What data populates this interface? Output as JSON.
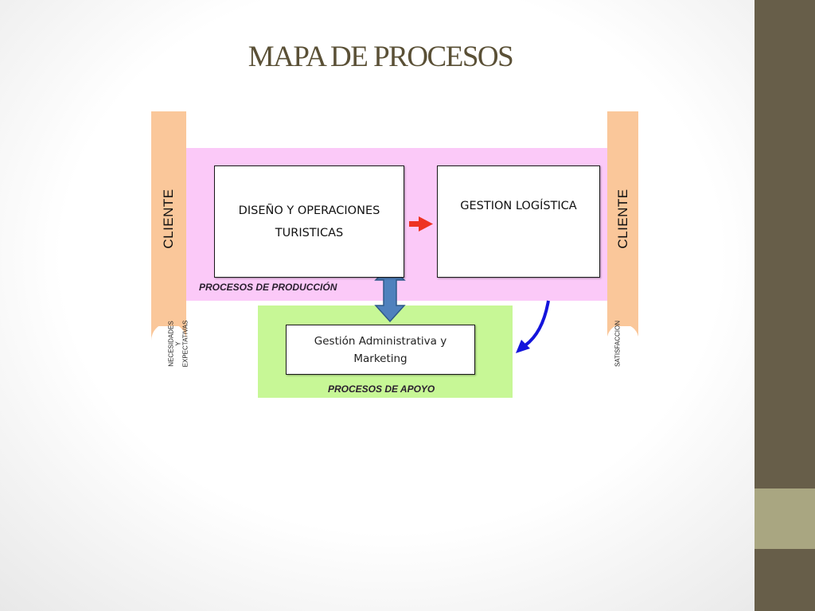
{
  "slide": {
    "title": "MAPA DE PROCESOS"
  },
  "diagram": {
    "client_left": "CLIENTE",
    "client_right": "CLIENTE",
    "needs_label_lines": [
      "NECESIDADES",
      "Y",
      "EXPECTATIVAS"
    ],
    "satisfaction_label": "SATISFACCION",
    "production": {
      "band_label": "PROCESOS DE PRODUCCIÓN",
      "process_1_lines": [
        "DISEÑO Y OPERACIONES",
        "TURISTICAS"
      ],
      "process_2": "GESTION LOGÍSTICA"
    },
    "support": {
      "band_label": "PROCESOS DE APOYO",
      "process_lines": [
        "Gestión Administrativa y",
        "Marketing"
      ]
    }
  },
  "colors": {
    "client_bar": "#fac79a",
    "production_band": "#fbc9f8",
    "support_band": "#c7f796",
    "red_arrow": "#ee3322",
    "double_arrow": "#4f81bd",
    "blue_curve_arrow": "#1414dc",
    "sidebar": "#675e49",
    "sidebar_accent": "#a9a681"
  }
}
